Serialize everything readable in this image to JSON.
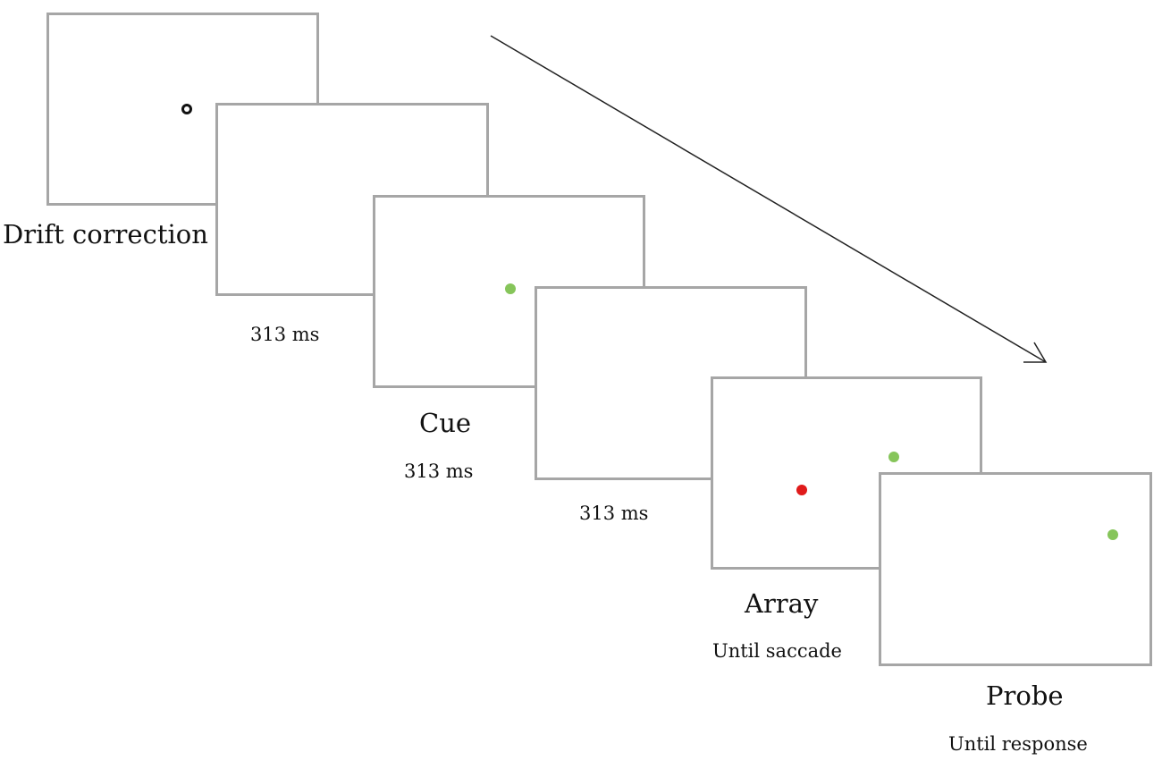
{
  "frames": [
    {
      "name": "Drift correction",
      "duration": ""
    },
    {
      "name": "",
      "duration": "313 ms"
    },
    {
      "name": "Cue",
      "duration": "313 ms"
    },
    {
      "name": "",
      "duration": "313 ms"
    },
    {
      "name": "Array",
      "duration": "Until saccade"
    },
    {
      "name": "Probe",
      "duration": "Until response"
    }
  ],
  "colors": {
    "frame_border": "#a6a6a6",
    "fixation": "#111111",
    "green_dot": "#86c55a",
    "red_dot": "#e01b1b",
    "arrow": "#222222"
  }
}
